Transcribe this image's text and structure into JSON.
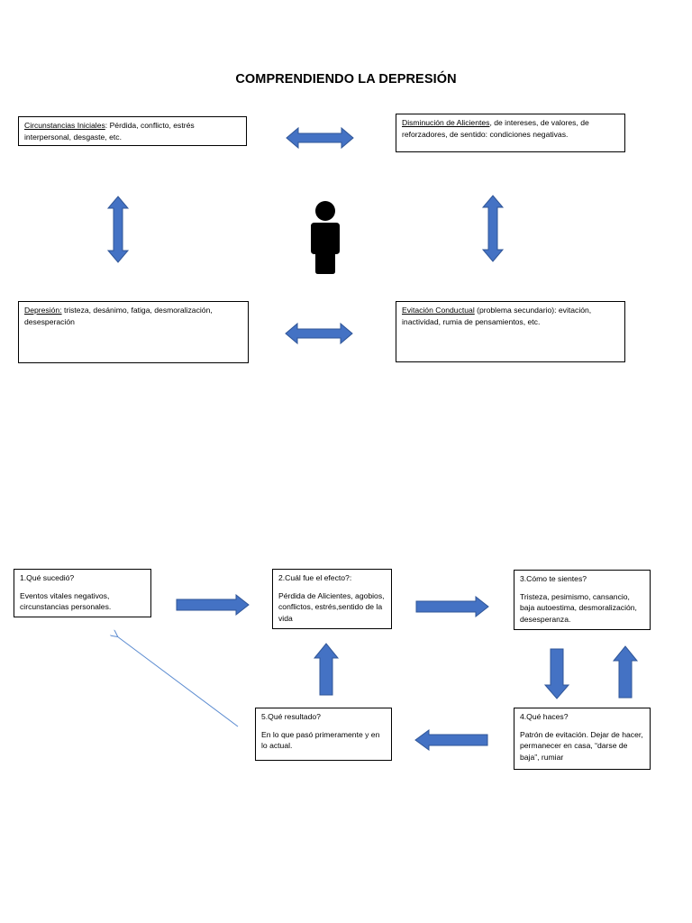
{
  "title": "COMPRENDIENDO LA DEPRESIÓN",
  "colors": {
    "arrow": "#4472C4",
    "thin_arrow": "#5B8BD0",
    "person": "#000000"
  },
  "icons": {
    "center": "person-icon"
  },
  "top_boxes": {
    "circunstancias": {
      "heading": "Circunstancias Iniciales",
      "text": ": Pérdida, conflicto, estrés interpersonal, desgaste, etc."
    },
    "disminucion": {
      "heading": "Disminución de Alicientes",
      "text": ", de intereses, de valores, de reforzadores, de sentido: condiciones negativas."
    },
    "depresion": {
      "heading": "Depresión:",
      "text": " tristeza, desánimo, fatiga, desmoralización, desesperación"
    },
    "evitacion": {
      "heading": "Evitación Conductual",
      "text": " (problema secundario): evitación, inactividad, rumia de pensamientos, etc."
    }
  },
  "cycle": {
    "step1": {
      "heading": "1.Qué sucedió?",
      "text": "Eventos vitales negativos, circunstancias personales."
    },
    "step2": {
      "heading": "2.Cuál fue el efecto?:",
      "text": "Pérdida de Alicientes, agobios, conflictos, estrés,sentido de la vida"
    },
    "step3": {
      "heading": "3.Cómo te sientes?",
      "text": "Tristeza, pesimismo, cansancio, baja autoestima, desmoralización, desesperanza."
    },
    "step4": {
      "heading": "4.Qué haces?",
      "text": "Patrón de evitación. Dejar de hacer, permanecer en casa, “darse de baja”, rumiar"
    },
    "step5": {
      "heading": "5.Qué resultado?",
      "text": "En lo que pasó primeramente y en lo actual."
    }
  }
}
